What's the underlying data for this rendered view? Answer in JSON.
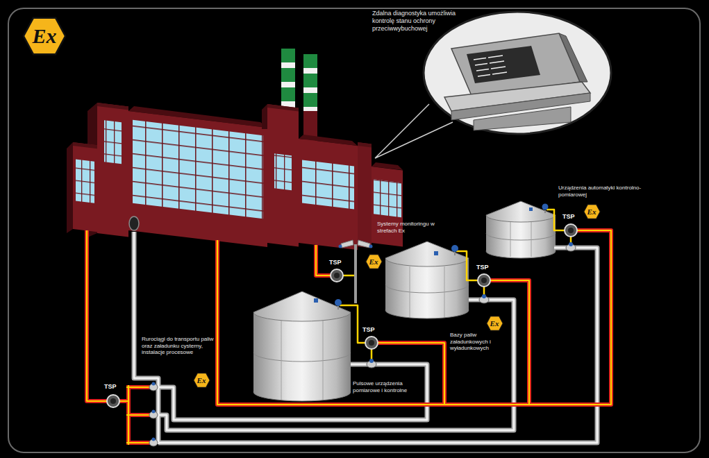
{
  "diagram": {
    "nodes": [
      {
        "text": [
          "Ex"
        ]
      },
      {
        "text": [
          "Ex"
        ]
      },
      {
        "text": [
          "Ex"
        ]
      },
      {
        "text": [
          "Ex"
        ]
      },
      {
        "text": [
          "Ex"
        ]
      }
    ],
    "labels": [
      "Zdalna diagnostyka umożliwia kontrolę stanu ochrony przeciwwybuchowej",
      "Urządzenia automatyki kontrolno-pomiarowej",
      "TSP",
      "Systemy monitoringu w strefach Ex",
      "TSP",
      "TSP",
      "Bazy paliw załadunkowych i wyładunkowych",
      "TSP",
      "Rurociągi do transportu paliw oraz załadunku cysterny, instalacje procesowe",
      "Pulsowe urządzenia pomiarowe i kontrolne",
      "TSP"
    ]
  }
}
